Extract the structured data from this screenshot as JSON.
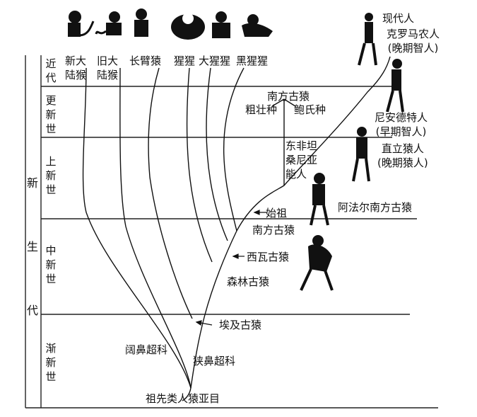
{
  "era": "新生代",
  "epochs": {
    "recent": "近代",
    "pleistocene": "更新世",
    "pliocene": "上新世",
    "miocene": "中新世",
    "oligocene": "渐新世"
  },
  "branches": {
    "new_world_monkeys": "新大\n陆猴",
    "old_world_monkeys": "旧大\n陆猴",
    "gibbons": "长臂猿",
    "orangutan": "猩猩",
    "gorilla": "大猩猩",
    "chimpanzee": "黑猩猩"
  },
  "hominins": {
    "australopithecus": "南方古猿",
    "robustus": "粗壮种",
    "boisei": "鲍氏种",
    "east_africa": "东非坦\n桑尼亚\n能人",
    "afarensis": "阿法尔南方古猿",
    "ancestor": "始祖",
    "australopithecus2": "南方古猿"
  },
  "humans": {
    "modern": "现代人",
    "cro_magnon": "克罗马农人\n(晚期智人)",
    "neanderthal": "尼安德特人\n(早期智人)",
    "erectus": "直立猿人\n(晚期猿人)"
  },
  "apes": {
    "sivapithecus": "西瓦古猿",
    "dryopithecus": "森林古猿",
    "aegyptopithecus": "埃及古猿"
  },
  "superfamilies": {
    "platyrrhini": "阔鼻超科",
    "catarrhini": "狭鼻超科",
    "root": "祖先类人猿亚目"
  }
}
